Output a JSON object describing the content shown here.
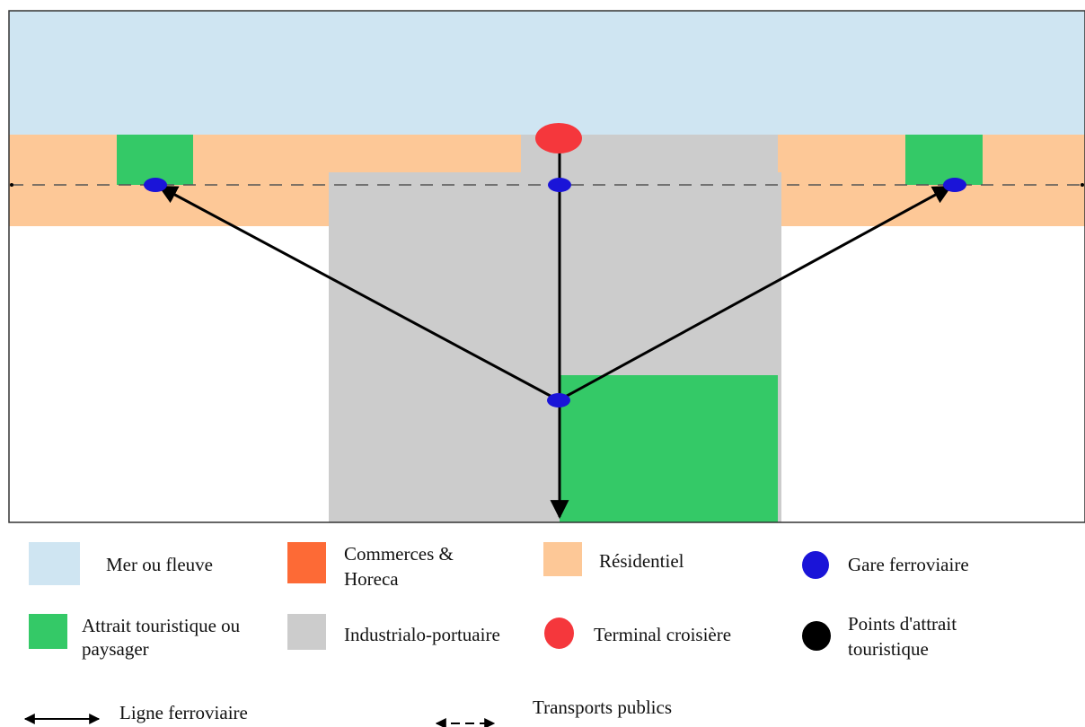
{
  "colors": {
    "sea": "#cfe5f2",
    "residential": "#fdc897",
    "commerce": "#fd6a36",
    "industrial": "#cccccc",
    "tourist": "#34c967",
    "station": "#1a14d8",
    "cruise_terminal": "#f5373c",
    "attraction_point": "#000000",
    "border": "#333333"
  },
  "legend": {
    "sea": "Mer ou fleuve",
    "commerce_line1": "Commerces &",
    "commerce_line2": "Horeca",
    "residential": "Résidentiel",
    "station": "Gare ferroviaire",
    "tourist_line1": "Attrait touristique ou",
    "tourist_line2": "paysager",
    "industrial": "Industrialo-portuaire",
    "cruise_terminal": "Terminal croisière",
    "attraction_line1": "Points d'attrait",
    "attraction_line2": "touristique",
    "rail_line": "Ligne ferroviaire",
    "public_transport": "Transports publics"
  },
  "icons": {
    "rail_line": "double-arrow-solid",
    "public_transport": "double-arrow-dashed"
  }
}
